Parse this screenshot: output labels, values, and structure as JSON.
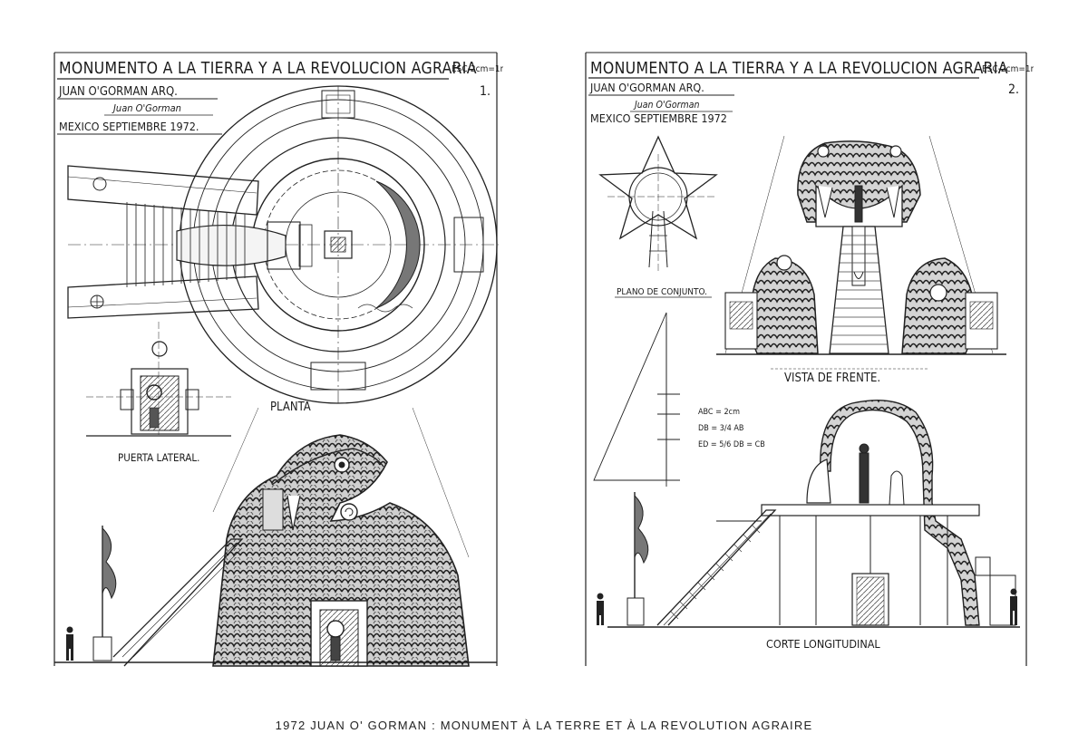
{
  "sheet1": {
    "title": "MONUMENTO A LA TIERRA Y A LA REVOLUCION AGRARIA",
    "scale": "ESC-2cm=1m",
    "number": "1.",
    "architect": "JUAN O'GORMAN ARQ.",
    "signature": "Juan O'Gorman",
    "date": "MEXICO SEPTIEMBRE 1972.",
    "label_plan": "PLANTA",
    "label_door": "PUERTA LATERAL."
  },
  "sheet2": {
    "title": "MONUMENTO A LA TIERRA Y A LA REVOLUCION AGRARIA",
    "scale": "ESC-2cm=1m",
    "number": "2.",
    "architect": "JUAN O'GORMAN ARQ.",
    "signature": "Juan O'Gorman",
    "date": "MEXICO SEPTIEMBRE 1972",
    "label_site": "PLANO DE CONJUNTO.",
    "label_front": "VISTA DE FRENTE.",
    "label_section": "CORTE LONGITUDINAL",
    "formula_1": "ABC = 2cm",
    "formula_2": "DB = 3/4 AB",
    "formula_3": "ED = 5/6 DB = CB"
  },
  "caption": "1972 JUAN O' GORMAN : MONUMENT À LA TERRE ET À LA REVOLUTION AGRAIRE"
}
